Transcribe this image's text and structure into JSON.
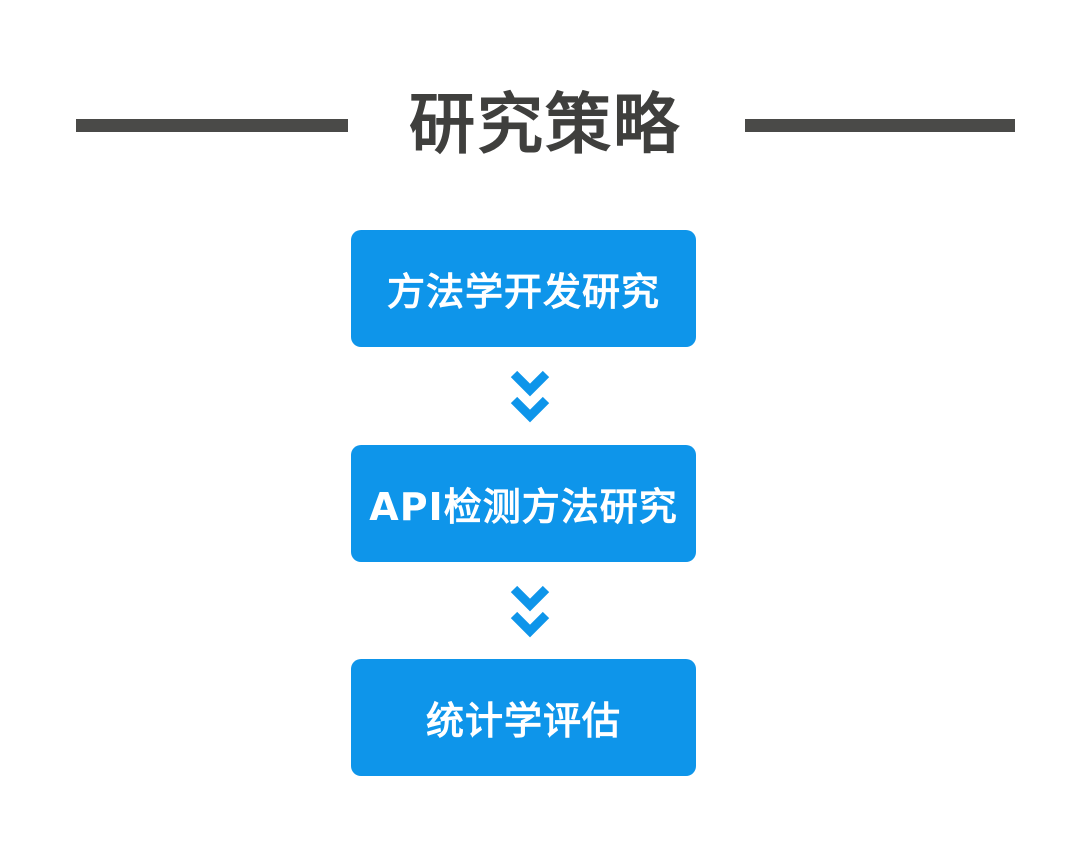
{
  "title": "研究策略",
  "steps": [
    {
      "label": "方法学开发研究"
    },
    {
      "label": "API检测方法研究"
    },
    {
      "label": "统计学评估"
    }
  ],
  "colors": {
    "box": "#0e95ea",
    "arrow": "#0e95ea",
    "title": "#3f3f3d",
    "title_line": "#4a4a48"
  },
  "icons": {
    "arrow": "double-chevron-down-icon"
  }
}
